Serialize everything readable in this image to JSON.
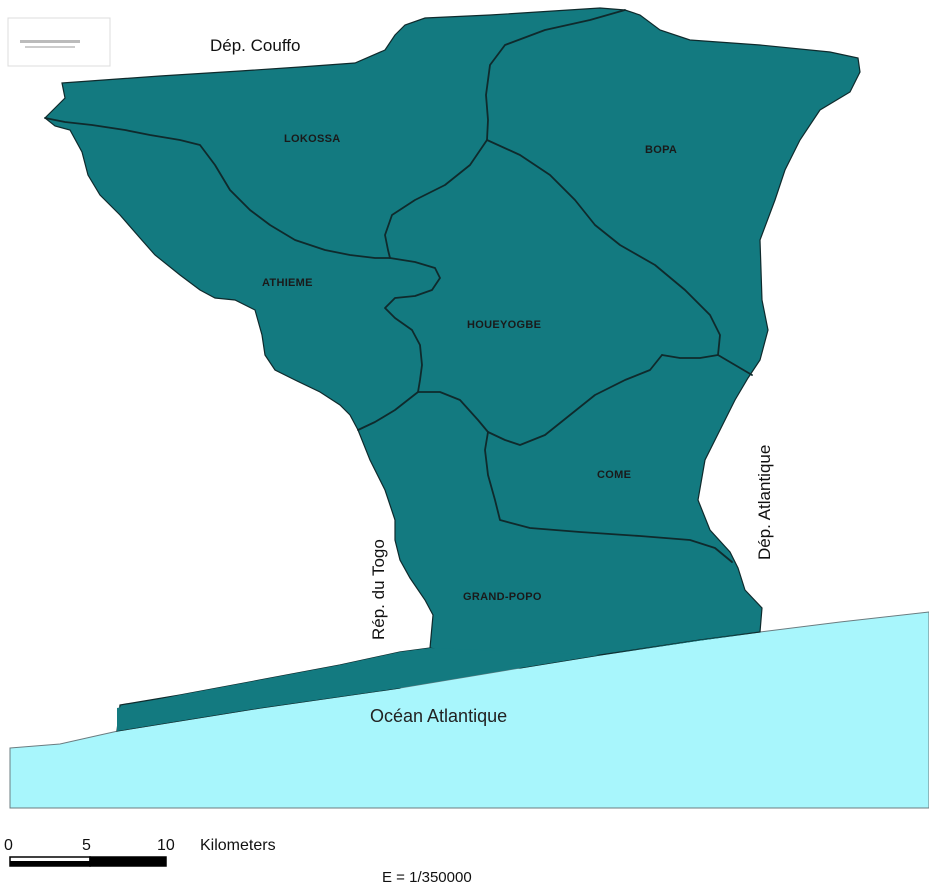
{
  "map": {
    "neighbors": {
      "north": "Dép. Couffo",
      "west": "Rép. du Togo",
      "east": "Dép. Atlantique"
    },
    "ocean": "Océan Atlantique",
    "communes": [
      {
        "id": "lokossa",
        "label": "LOKOSSA"
      },
      {
        "id": "bopa",
        "label": "BOPA"
      },
      {
        "id": "athieme",
        "label": "ATHIEME"
      },
      {
        "id": "houeyogbe",
        "label": "HOUEYOGBE"
      },
      {
        "id": "come",
        "label": "COME"
      },
      {
        "id": "grand-popo",
        "label": "GRAND-POPO"
      }
    ],
    "scale_bar": {
      "ticks": [
        "0",
        "5",
        "10"
      ],
      "unit": "Kilometers",
      "ratio": "E = 1/350000"
    },
    "colors": {
      "land": "#137A80",
      "ocean": "#A8F6FC",
      "boundary": "#0f2a2c"
    }
  }
}
